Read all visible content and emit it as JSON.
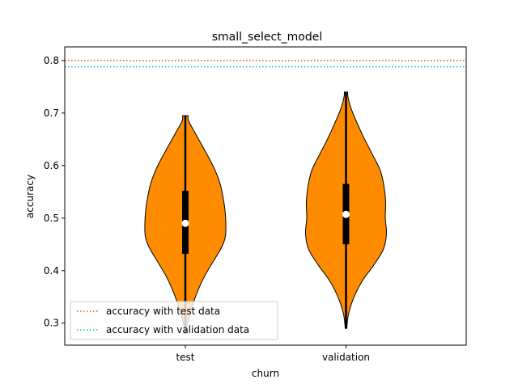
{
  "chart_data": {
    "type": "violin",
    "title": "small_select_model",
    "xlabel": "churn",
    "ylabel": "accuracy",
    "categories": [
      "test",
      "validation"
    ],
    "ylim": [
      0.258,
      0.826
    ],
    "yticks": [
      0.3,
      0.4,
      0.5,
      0.6,
      0.7,
      0.8
    ],
    "grid": false,
    "legend_position": "lower-left",
    "violins": [
      {
        "category": "test",
        "min": 0.28,
        "q1": 0.432,
        "median": 0.49,
        "q3": 0.552,
        "max": 0.695,
        "profile": [
          [
            0.28,
            0.02
          ],
          [
            0.3,
            0.05
          ],
          [
            0.33,
            0.16
          ],
          [
            0.36,
            0.3
          ],
          [
            0.39,
            0.48
          ],
          [
            0.42,
            0.71
          ],
          [
            0.445,
            0.9
          ],
          [
            0.465,
            0.99
          ],
          [
            0.49,
            1.0
          ],
          [
            0.515,
            0.98
          ],
          [
            0.54,
            0.93
          ],
          [
            0.565,
            0.86
          ],
          [
            0.59,
            0.74
          ],
          [
            0.615,
            0.58
          ],
          [
            0.64,
            0.4
          ],
          [
            0.665,
            0.22
          ],
          [
            0.685,
            0.08
          ],
          [
            0.695,
            0.07
          ]
        ]
      },
      {
        "category": "validation",
        "min": 0.29,
        "q1": 0.45,
        "median": 0.507,
        "q3": 0.565,
        "max": 0.74,
        "profile": [
          [
            0.29,
            0.02
          ],
          [
            0.3,
            0.03
          ],
          [
            0.32,
            0.07
          ],
          [
            0.35,
            0.2
          ],
          [
            0.38,
            0.4
          ],
          [
            0.41,
            0.68
          ],
          [
            0.44,
            0.92
          ],
          [
            0.47,
            1.0
          ],
          [
            0.5,
            0.97
          ],
          [
            0.53,
            0.98
          ],
          [
            0.56,
            0.94
          ],
          [
            0.59,
            0.85
          ],
          [
            0.62,
            0.66
          ],
          [
            0.65,
            0.46
          ],
          [
            0.68,
            0.28
          ],
          [
            0.71,
            0.12
          ],
          [
            0.73,
            0.05
          ],
          [
            0.74,
            0.04
          ]
        ]
      }
    ],
    "reference_lines": [
      {
        "label": "accuracy with test data",
        "value": 0.8,
        "color": "#ff4500",
        "style": "dotted"
      },
      {
        "label": "accuracy with validation data",
        "value": 0.788,
        "color": "#00bfbf",
        "style": "dotted"
      }
    ],
    "colors": {
      "violin_fill": "#ff8c00",
      "violin_edge": "#000000",
      "box": "#000000",
      "median_marker": "#ffffff"
    }
  }
}
